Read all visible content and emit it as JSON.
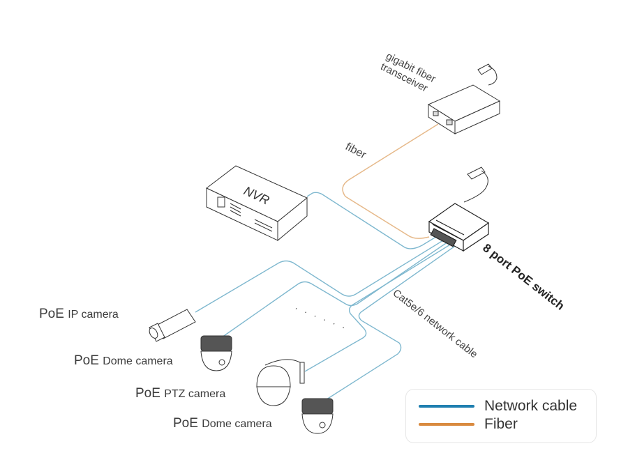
{
  "title": "PoE network topology diagram",
  "colors": {
    "network_cable": "#1f7fb0",
    "network_cable_thin": "#7fb8cf",
    "fiber": "#d98a3f",
    "fiber_thin": "#e6b98a",
    "device_stroke": "#333333"
  },
  "devices": {
    "transceiver": {
      "label_line1": "gigabit fiber",
      "label_line2": "transceiver"
    },
    "nvr": {
      "label": "NVR"
    },
    "switch": {
      "label_digit": "8",
      "label_rest": " port PoE switch"
    }
  },
  "cable_labels": {
    "fiber": "fiber",
    "network": "Cat5e/6 network cable"
  },
  "cameras": [
    {
      "prefix": "PoE",
      "name": "IP camera",
      "type": "box"
    },
    {
      "prefix": "PoE",
      "name": "Dome camera",
      "type": "dome"
    },
    {
      "prefix": "PoE",
      "name": "PTZ camera",
      "type": "ptz"
    },
    {
      "prefix": "PoE",
      "name": "Dome camera",
      "type": "dome"
    }
  ],
  "ellipsis": "· · · · · ·",
  "legend": {
    "items": [
      {
        "label": "Network cable",
        "color": "#1f7fb0"
      },
      {
        "label": "Fiber",
        "color": "#d98a3f"
      }
    ]
  }
}
